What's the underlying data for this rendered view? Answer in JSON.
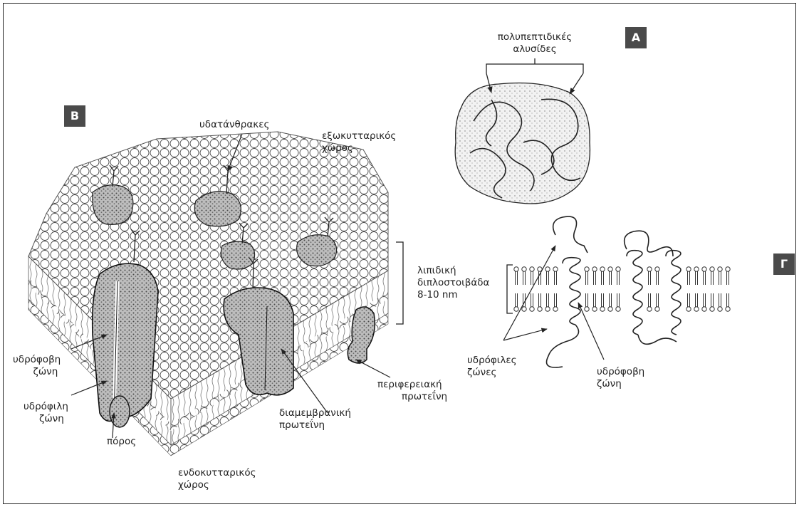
{
  "panels": {
    "a": "A",
    "b": "B",
    "g": "Γ"
  },
  "panel_a": {
    "chains_label_1": "πολυπεπτιδικές",
    "chains_label_2": "αλυσίδες"
  },
  "panel_b": {
    "carbohydrates": "υδατάνθρακες",
    "extracellular_1": "εξωκυτταρικός",
    "extracellular_2": "χώρος",
    "bilayer_1": "λιπιδική",
    "bilayer_2": "διπλοστοιβάδα",
    "bilayer_3": "8-10 nm",
    "hydrophobic_1": "υδρόφοβη",
    "hydrophobic_2": "ζώνη",
    "hydrophilic_1": "υδρόφιλη",
    "hydrophilic_2": "ζώνη",
    "pore": "πόρος",
    "transmembrane_1": "διαμεμβρανική",
    "transmembrane_2": "πρωτεΐνη",
    "peripheral_1": "περιφερειακή",
    "peripheral_2": "πρωτεΐνη",
    "intracellular_1": "ενδοκυτταρικός",
    "intracellular_2": "χώρος"
  },
  "panel_g": {
    "hydrophilic_zones_1": "υδρόφιλες",
    "hydrophilic_zones_2": "ζώνες",
    "hydrophobic_zone_1": "υδρόφοβη",
    "hydrophobic_zone_2": "ζώνη"
  }
}
